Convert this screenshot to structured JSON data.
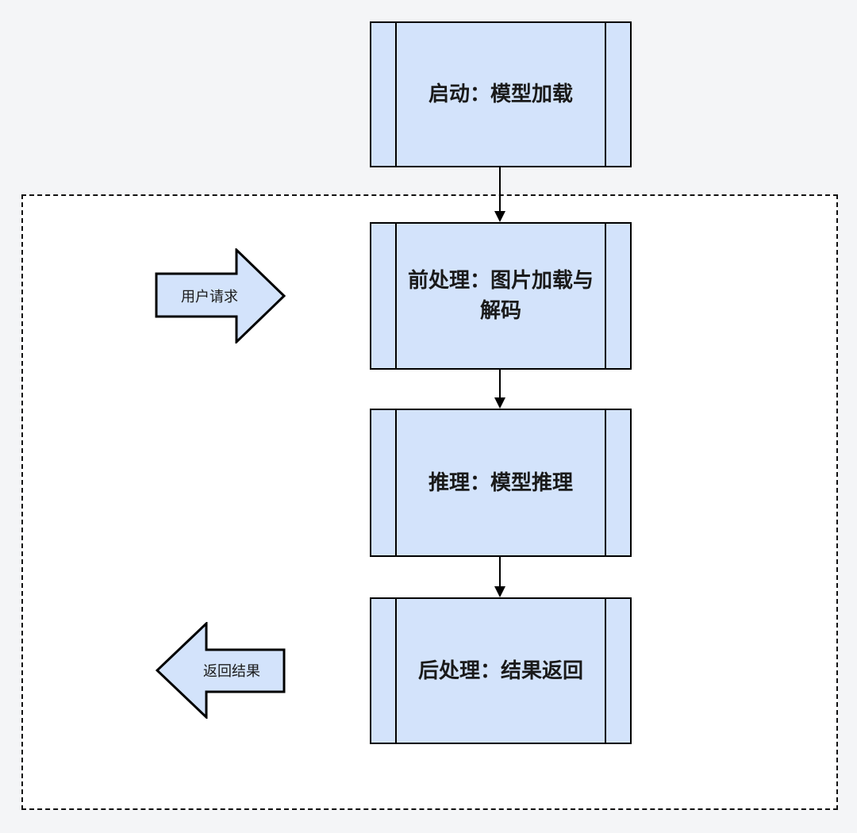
{
  "diagram": {
    "type": "flowchart",
    "nodes": [
      {
        "id": "start",
        "label": "启动：模型加载",
        "shape": "predefined-process"
      },
      {
        "id": "preprocess",
        "label": "前处理：图片加载与解码",
        "shape": "predefined-process"
      },
      {
        "id": "inference",
        "label": "推理：模型推理",
        "shape": "predefined-process"
      },
      {
        "id": "postprocess",
        "label": "后处理：结果返回",
        "shape": "predefined-process"
      }
    ],
    "edges": [
      {
        "from": "start",
        "to": "preprocess",
        "arrow": "down"
      },
      {
        "from": "preprocess",
        "to": "inference",
        "arrow": "down"
      },
      {
        "from": "inference",
        "to": "postprocess",
        "arrow": "down"
      }
    ],
    "side_arrows": [
      {
        "id": "user-request",
        "label": "用户请求",
        "direction": "right"
      },
      {
        "id": "return-result",
        "label": "返回结果",
        "direction": "left"
      }
    ],
    "container": {
      "style": "dashed",
      "fill": "#ffffff"
    },
    "colors": {
      "shape_fill": "#d3e3fb",
      "shape_border": "#000000",
      "container_border": "#111111",
      "page_background": "#f4f5f7",
      "text": "#1a1a1a"
    }
  }
}
